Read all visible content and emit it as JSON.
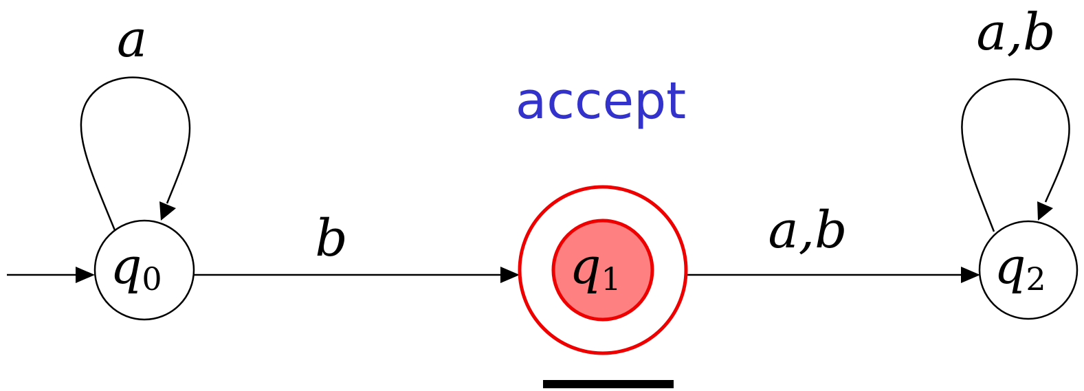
{
  "states": [
    {
      "id": "q0",
      "label_main": "q",
      "label_sub": "0",
      "accepting": false,
      "initial": true
    },
    {
      "id": "q1",
      "label_main": "q",
      "label_sub": "1",
      "accepting": true,
      "initial": false,
      "highlighted": true
    },
    {
      "id": "q2",
      "label_main": "q",
      "label_sub": "2",
      "accepting": false,
      "initial": false
    }
  ],
  "transitions": [
    {
      "from": "q0",
      "to": "q0",
      "label": "a"
    },
    {
      "from": "q0",
      "to": "q1",
      "label": "b"
    },
    {
      "from": "q1",
      "to": "q2",
      "label": "a,b"
    },
    {
      "from": "q2",
      "to": "q2",
      "label": "a,b"
    }
  ],
  "status": {
    "text": "accept",
    "color": "#3333cc"
  },
  "colors": {
    "accept_stroke": "#ee0000",
    "highlight_fill": "#ff8080",
    "state_stroke": "#000000"
  }
}
